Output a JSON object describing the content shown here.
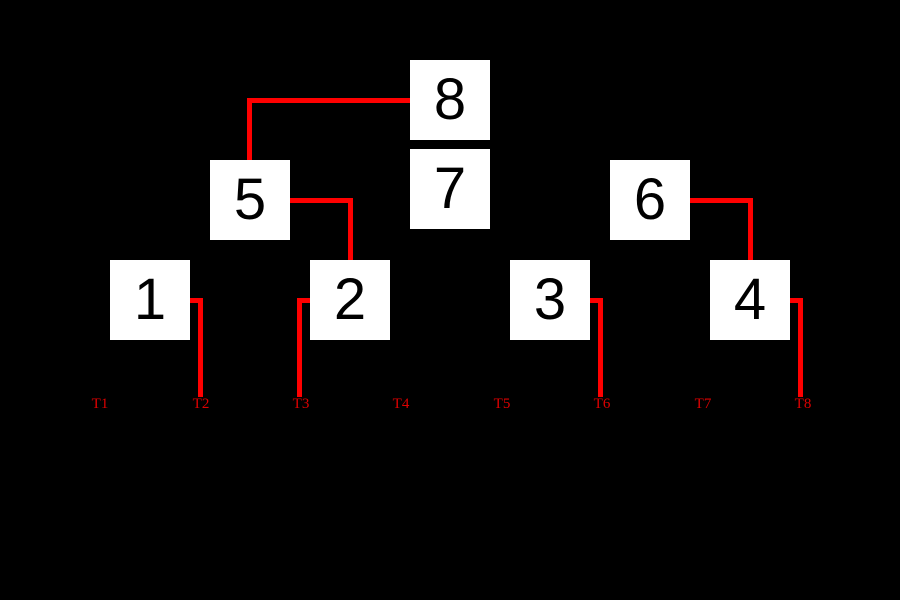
{
  "bracket": {
    "colors": {
      "background": "#000000",
      "node_fill": "#ffffff",
      "node_text": "#000000",
      "connector": "#ff0000",
      "seed_label": "#dd0000"
    },
    "node_labels": {
      "n1": "1",
      "n2": "2",
      "n3": "3",
      "n4": "4",
      "n5": "5",
      "n6": "6",
      "n7": "7",
      "n8": "8"
    },
    "seed_labels": [
      "T1",
      "T2",
      "T3",
      "T4",
      "T5",
      "T6",
      "T7",
      "T8"
    ],
    "connections": [
      "n8-n5",
      "n5-n2",
      "n6-n4",
      "n1-T2",
      "n2-T3",
      "n3-T6",
      "n4-T8"
    ]
  }
}
